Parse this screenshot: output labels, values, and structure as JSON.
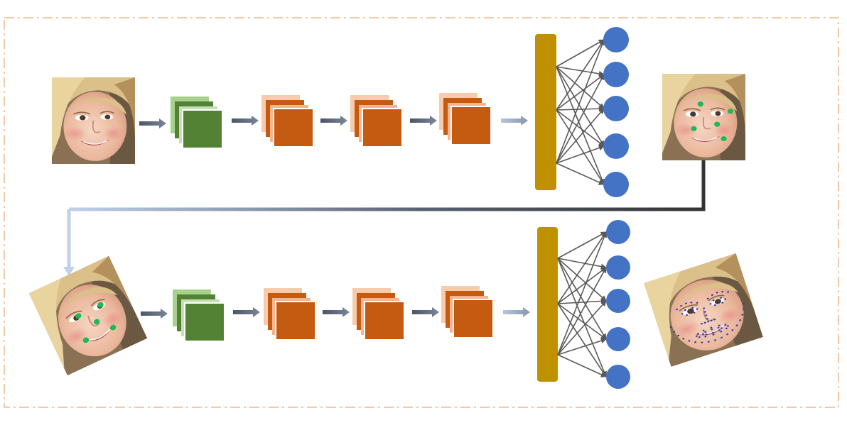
{
  "colors": {
    "background": "#ffffff",
    "frame_border": "#f4c9a8",
    "green_dark": "#548235",
    "green_mid": "#8fbc6b",
    "green_light": "#c5e0b4",
    "orange_dark": "#c55a11",
    "orange_mid": "#f0a273",
    "orange_light": "#f8cbad",
    "fc_layer": "#bf9000",
    "neuron": "#4472c4",
    "connection": "#595959",
    "arrow_dark": "#4d5566",
    "arrow_light": "#a8b8d0",
    "connector_dark": "#333333",
    "connector_light": "#c0d0ea",
    "landmark_green": "#1db954",
    "landmark_blue": "#3a3aa8",
    "skin_light": "#f3cdb7",
    "skin_mid": "#e3ad92",
    "hair_light": "#e6cc96",
    "hair_dark": "#9c7442",
    "bg_brown": "#6e5a44"
  },
  "stages": [
    {
      "id": "stage-1",
      "input_icon": "face-photo-icon",
      "output_icon": "face-five-landmarks-icon",
      "layers": [
        "conv",
        "conv",
        "conv",
        "conv",
        "fc"
      ],
      "output_neurons": 5,
      "landmarks": 5
    },
    {
      "id": "stage-2",
      "input_icon": "rotated-face-landmarks-icon",
      "output_icon": "face-dense-landmarks-icon",
      "layers": [
        "conv",
        "conv",
        "conv",
        "conv",
        "fc"
      ],
      "output_neurons": 5,
      "landmarks": 68
    }
  ]
}
